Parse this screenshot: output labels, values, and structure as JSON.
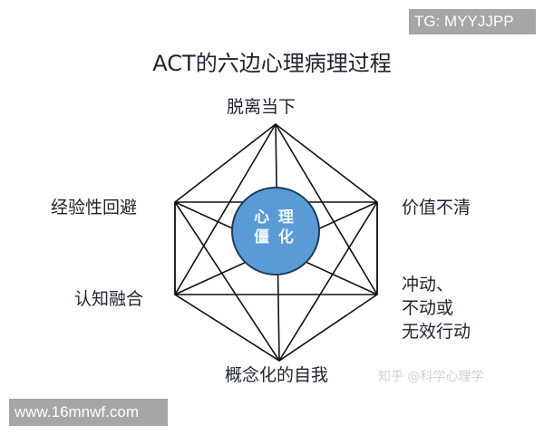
{
  "watermarks": {
    "top_right": "TG: MYYJJPP",
    "bottom_left": "www.16mnwf.com",
    "source": "知乎 @科学心理学"
  },
  "title": "ACT的六边心理病理过程",
  "diagram": {
    "center": {
      "line1": "心 理",
      "line2": "僵 化",
      "fill": "#5b9bd5",
      "stroke": "#1f3b5a"
    },
    "nodes": {
      "top": "脱离当下",
      "upper_left": "经验性回避",
      "lower_left": "认知融合",
      "upper_right": "价值不清",
      "lower_right_lines": [
        "冲动、",
        "不动或",
        "无效行动"
      ],
      "bottom": "概念化的自我"
    },
    "line_color": "#111111"
  }
}
